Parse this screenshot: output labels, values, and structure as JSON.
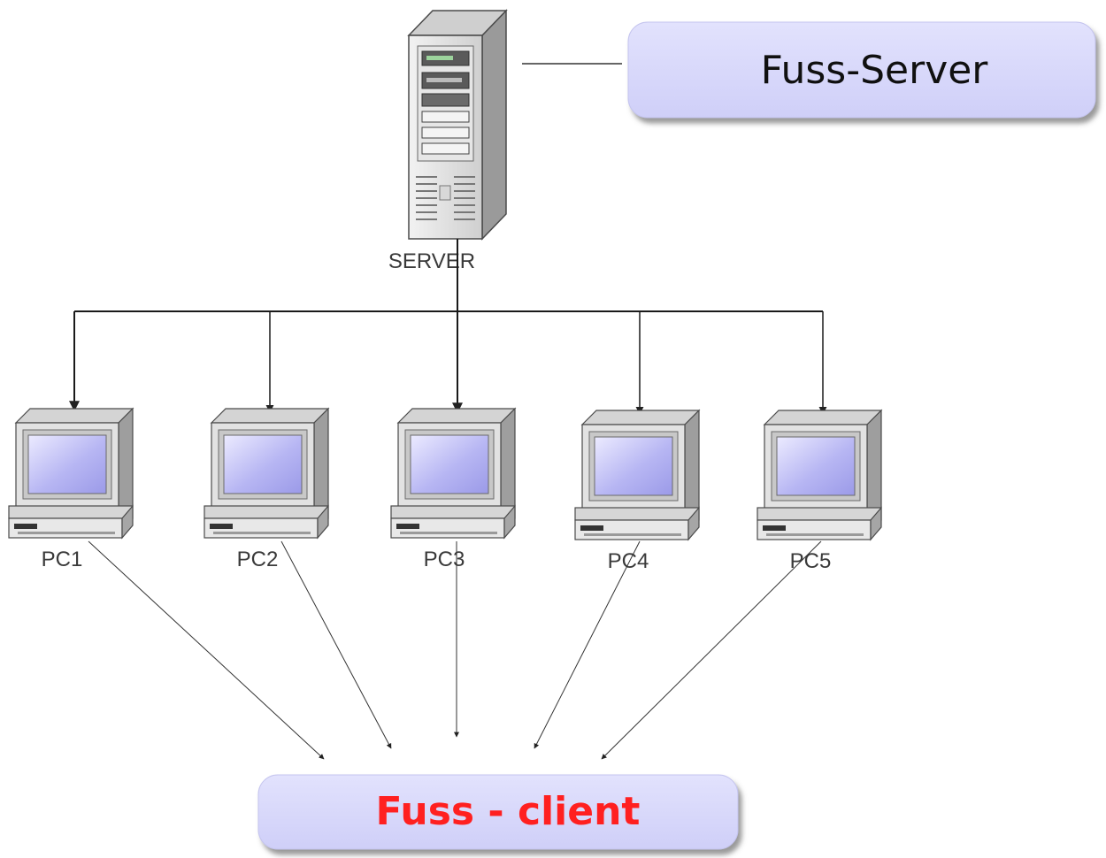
{
  "diagram": {
    "server": {
      "label": "SERVER",
      "icon": "server-tower-icon"
    },
    "server_box": {
      "title": "Fuss-Server",
      "fill": "#d8d8fb"
    },
    "client_box": {
      "title": "Fuss - client",
      "fill": "#d8d8fb",
      "text_color": "#ff2020"
    },
    "pcs": [
      {
        "label": "PC1",
        "icon": "desktop-computer-icon"
      },
      {
        "label": "PC2",
        "icon": "desktop-computer-icon"
      },
      {
        "label": "PC3",
        "icon": "desktop-computer-icon"
      },
      {
        "label": "PC4",
        "icon": "desktop-computer-icon"
      },
      {
        "label": "PC5",
        "icon": "desktop-computer-icon"
      }
    ],
    "colors": {
      "screen": "#b8b8f0",
      "case": "#e4e4e4",
      "case_dark": "#8c8c8c",
      "line": "#222222"
    }
  }
}
